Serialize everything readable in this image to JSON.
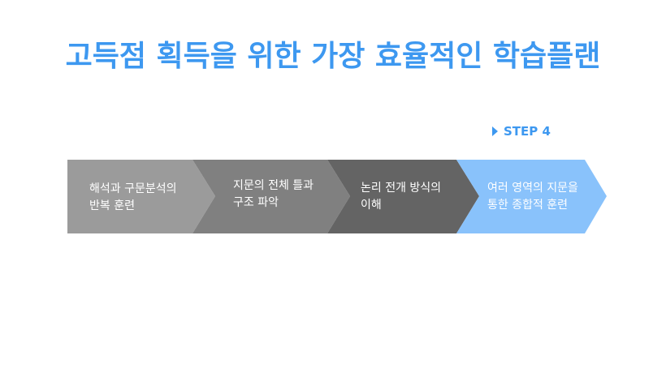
{
  "title": "고득점 획득을 위한 가장 효율적인 학습플랜",
  "step_marker": "STEP 4",
  "steps": [
    {
      "label": "해석과 구문분석의\n반복 훈련",
      "color": "#9b9b9b"
    },
    {
      "label": "지문의 전체 틀과\n구조 파악",
      "color": "#808080"
    },
    {
      "label": "논리 전개 방식의\n이해",
      "color": "#646464"
    },
    {
      "label": "여러 영역의 지문을\n통한 종합적 훈련",
      "color": "#89c2fb"
    }
  ]
}
